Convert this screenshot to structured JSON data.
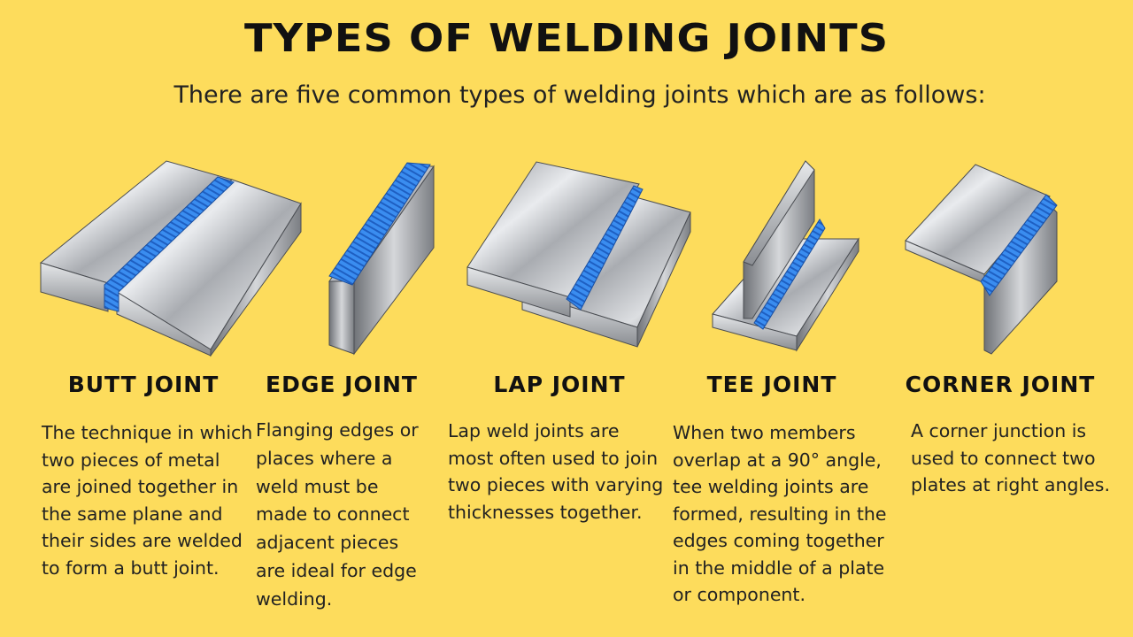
{
  "header": {
    "title": "TYPES OF WELDING JOINTS",
    "subtitle": "There are five common types of welding joints which are as follows:"
  },
  "colors": {
    "background": "#fddc5c",
    "weld": "#3a8df0",
    "steel": "#b9bcc2"
  },
  "joints": [
    {
      "icon": "butt-joint-illustration",
      "name": "BUTT JOINT",
      "description": "The technique in which two pieces of metal are joined together in the same plane and their sides are welded to form a butt joint."
    },
    {
      "icon": "edge-joint-illustration",
      "name": "EDGE JOINT",
      "description": "Flanging edges or places where a weld must be made to connect adjacent pieces are ideal for edge welding."
    },
    {
      "icon": "lap-joint-illustration",
      "name": "LAP JOINT",
      "description": "Lap weld joints are most often used to join two pieces with varying thicknesses together."
    },
    {
      "icon": "tee-joint-illustration",
      "name": "TEE JOINT",
      "description": "When two members overlap at a 90° angle, tee welding joints are formed, resulting in the edges coming together in the middle of a plate or component."
    },
    {
      "icon": "corner-joint-illustration",
      "name": "CORNER JOINT",
      "description": "A corner junction is used to connect two plates at right angles."
    }
  ]
}
